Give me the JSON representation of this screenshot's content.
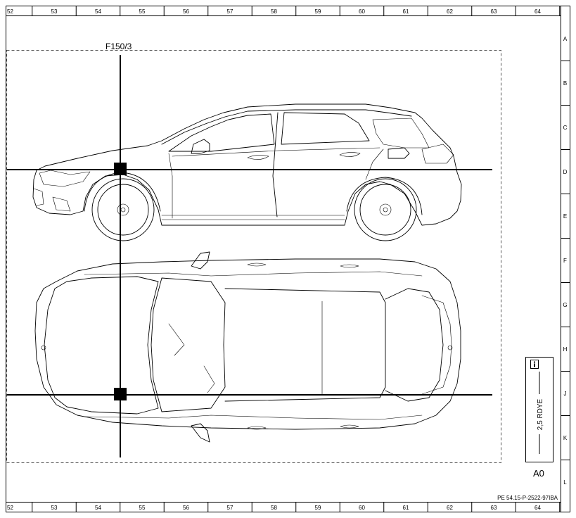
{
  "grid": {
    "columns": [
      "52",
      "53",
      "54",
      "55",
      "56",
      "57",
      "58",
      "59",
      "60",
      "61",
      "62",
      "63",
      "64"
    ],
    "rows": [
      "A",
      "B",
      "C",
      "D",
      "E",
      "F",
      "G",
      "H",
      "J",
      "K",
      "L"
    ]
  },
  "component": {
    "id": "F150/3"
  },
  "legend": {
    "icon": "info-icon",
    "wire_spec": "2,5 RDYE",
    "sheet_size": "A0"
  },
  "document": {
    "reference": "PE 54.15-P-2522-97IBA"
  }
}
